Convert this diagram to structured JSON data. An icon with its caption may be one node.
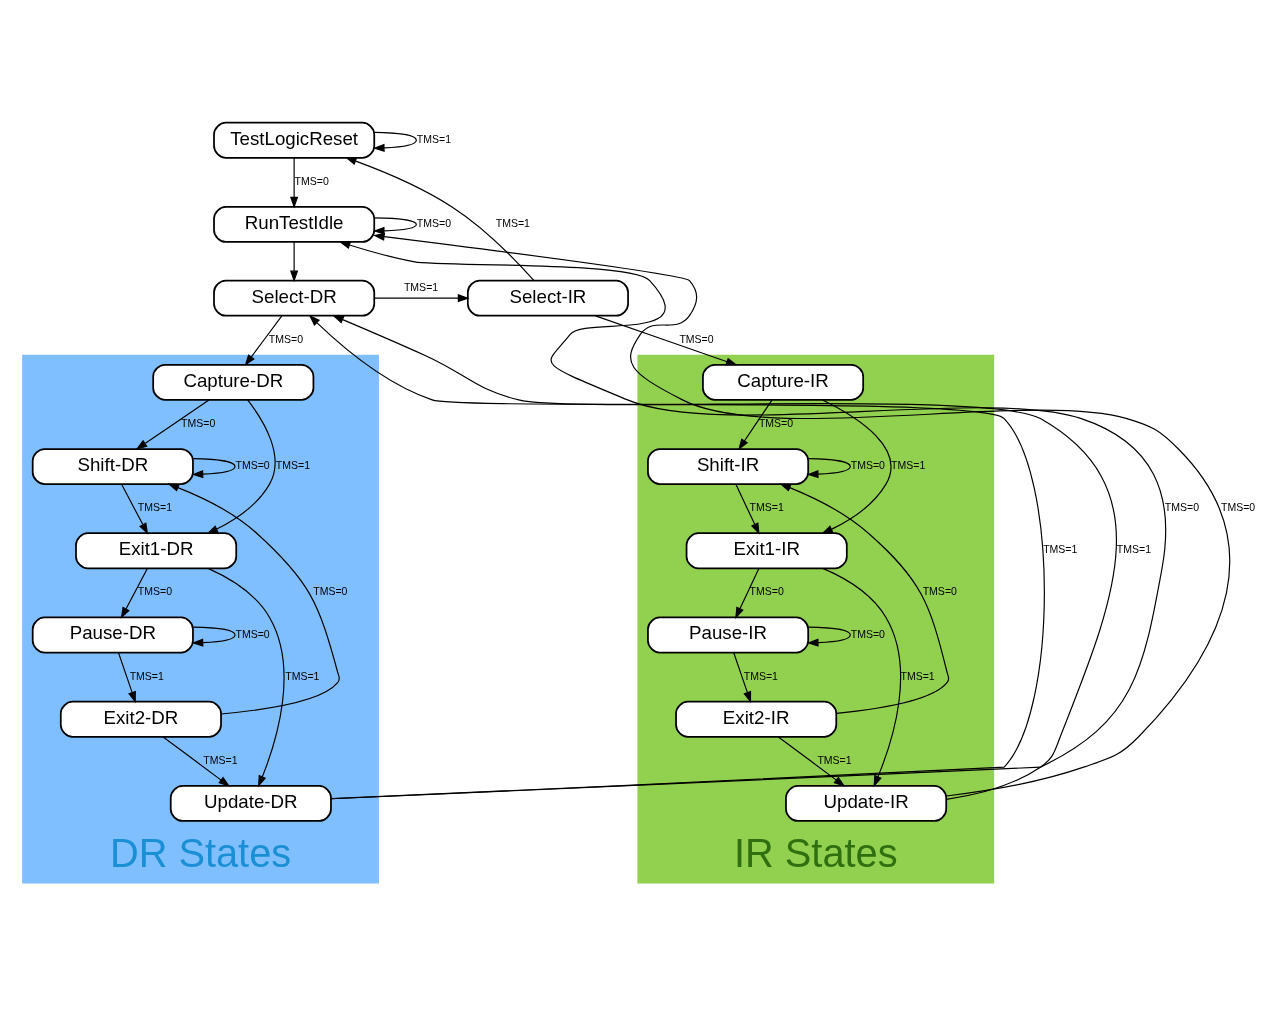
{
  "diagram": {
    "nodes": [
      {
        "text": [
          "TestLogicReset"
        ]
      },
      {
        "text": [
          "RunTestIdle"
        ]
      },
      {
        "text": [
          "Select-DR"
        ]
      },
      {
        "text": [
          "Select-IR"
        ]
      },
      {
        "text": [
          "DR States"
        ]
      },
      {
        "text": [
          "Capture-DR"
        ],
        "in": 4
      },
      {
        "text": [
          "Shift-DR"
        ],
        "in": 4
      },
      {
        "text": [
          "Exit1-DR"
        ],
        "in": 4
      },
      {
        "text": [
          "Pause-DR"
        ],
        "in": 4
      },
      {
        "text": [
          "Exit2-DR"
        ],
        "in": 4
      },
      {
        "text": [
          "Update-DR"
        ],
        "in": 4
      },
      {
        "text": [
          "IR States"
        ]
      },
      {
        "text": [
          "Capture-IR"
        ],
        "in": 11
      },
      {
        "text": [
          "Shift-IR"
        ],
        "in": 11
      },
      {
        "text": [
          "Exit1-IR"
        ],
        "in": 11
      },
      {
        "text": [
          "Pause-IR"
        ],
        "in": 11
      },
      {
        "text": [
          "Exit2-IR"
        ],
        "in": 11
      },
      {
        "text": [
          "Update-IR"
        ],
        "in": 11
      }
    ],
    "edges": [
      {
        "from": 0,
        "to": 0,
        "arrow": "to",
        "label": "TMS=1"
      },
      {
        "from": 0,
        "to": 1,
        "arrow": "to",
        "label": "TMS=0"
      },
      {
        "from": 1,
        "to": 1,
        "arrow": "to",
        "label": "TMS=0"
      },
      {
        "from": 1,
        "to": 2,
        "arrow": "to"
      },
      {
        "from": 2,
        "to": 3,
        "arrow": "to",
        "label": "TMS=1"
      },
      {
        "from": 2,
        "to": 5,
        "arrow": "to",
        "label": "TMS=0"
      },
      {
        "from": 3,
        "to": 0,
        "arrow": "to",
        "label": "TMS=1"
      },
      {
        "from": 3,
        "to": 12,
        "arrow": "to",
        "label": "TMS=0"
      },
      {
        "from": 5,
        "to": 6,
        "arrow": "to",
        "label": "TMS=0"
      },
      {
        "from": 5,
        "to": 7,
        "arrow": "to",
        "label": "TMS=1"
      },
      {
        "from": 6,
        "to": 6,
        "arrow": "to",
        "label": "TMS=0"
      },
      {
        "from": 6,
        "to": 7,
        "arrow": "to",
        "label": "TMS=1"
      },
      {
        "from": 7,
        "to": 8,
        "arrow": "to",
        "label": "TMS=0"
      },
      {
        "from": 7,
        "to": 10,
        "arrow": "to",
        "label": "TMS=1"
      },
      {
        "from": 8,
        "to": 8,
        "arrow": "to",
        "label": "TMS=0"
      },
      {
        "from": 8,
        "to": 9,
        "arrow": "to",
        "label": "TMS=1"
      },
      {
        "from": 9,
        "to": 6,
        "arrow": "to",
        "label": "TMS=0"
      },
      {
        "from": 9,
        "to": 10,
        "arrow": "to",
        "label": "TMS=1"
      },
      {
        "from": 10,
        "to": 2,
        "arrow": "to",
        "label": "TMS=1"
      },
      {
        "from": 10,
        "to": 1,
        "arrow": "to",
        "label": "TMS=0"
      },
      {
        "from": 12,
        "to": 13,
        "arrow": "to",
        "label": "TMS=0"
      },
      {
        "from": 12,
        "to": 14,
        "arrow": "to",
        "label": "TMS=1"
      },
      {
        "from": 13,
        "to": 13,
        "arrow": "to",
        "label": "TMS=0"
      },
      {
        "from": 13,
        "to": 14,
        "arrow": "to",
        "label": "TMS=1"
      },
      {
        "from": 14,
        "to": 15,
        "arrow": "to",
        "label": "TMS=0"
      },
      {
        "from": 14,
        "to": 17,
        "arrow": "to",
        "label": "TMS=1"
      },
      {
        "from": 15,
        "to": 15,
        "arrow": "to",
        "label": "TMS=0"
      },
      {
        "from": 15,
        "to": 16,
        "arrow": "to",
        "label": "TMS=1"
      },
      {
        "from": 16,
        "to": 13,
        "arrow": "to",
        "label": "TMS=0"
      },
      {
        "from": 16,
        "to": 17,
        "arrow": "to",
        "label": "TMS=1"
      },
      {
        "from": 17,
        "to": 2,
        "arrow": "to",
        "label": "TMS=1"
      },
      {
        "from": 17,
        "to": 1,
        "arrow": "to",
        "label": "TMS=0"
      }
    ]
  }
}
